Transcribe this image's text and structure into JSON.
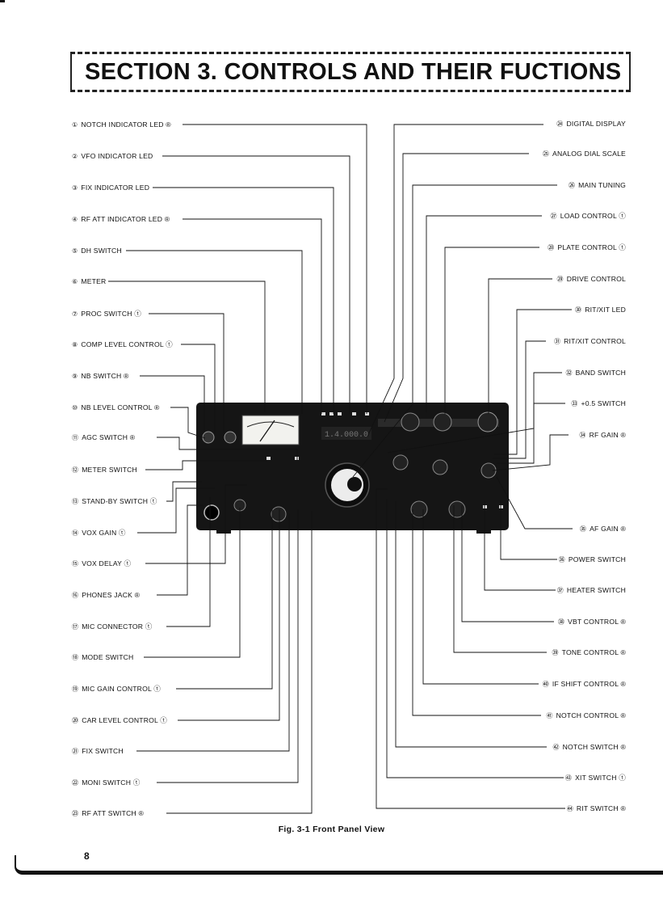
{
  "header": {
    "title": "SECTION 3.  CONTROLS AND THEIR FUCTIONS"
  },
  "left_labels": [
    {
      "num": "①",
      "text": "NOTCH INDICATOR LED ®"
    },
    {
      "num": "②",
      "text": "VFO INDICATOR LED"
    },
    {
      "num": "③",
      "text": "FIX INDICATOR LED"
    },
    {
      "num": "④",
      "text": "RF ATT INDICATOR LED ®"
    },
    {
      "num": "⑤",
      "text": "DH SWITCH"
    },
    {
      "num": "⑥",
      "text": "METER"
    },
    {
      "num": "⑦",
      "text": "PROC SWITCH ⓣ"
    },
    {
      "num": "⑧",
      "text": "COMP LEVEL CONTROL ⓣ"
    },
    {
      "num": "⑨",
      "text": "NB SWITCH ®"
    },
    {
      "num": "⑩",
      "text": "NB LEVEL CONTROL ®"
    },
    {
      "num": "⑪",
      "text": "AGC SWITCH ®"
    },
    {
      "num": "⑫",
      "text": "METER SWITCH"
    },
    {
      "num": "⑬",
      "text": "STAND-BY SWITCH ⓣ"
    },
    {
      "num": "⑭",
      "text": "VOX GAIN ⓣ"
    },
    {
      "num": "⑮",
      "text": "VOX DELAY ⓣ"
    },
    {
      "num": "⑯",
      "text": "PHONES JACK ®"
    },
    {
      "num": "⑰",
      "text": "MIC CONNECTOR ⓣ"
    },
    {
      "num": "⑱",
      "text": "MODE SWITCH"
    },
    {
      "num": "⑲",
      "text": "MIC GAIN CONTROL ⓣ"
    },
    {
      "num": "⑳",
      "text": "CAR LEVEL CONTROL ⓣ"
    },
    {
      "num": "㉑",
      "text": "FIX SWITCH"
    },
    {
      "num": "㉒",
      "text": "MONI SWITCH ⓣ"
    },
    {
      "num": "㉓",
      "text": "RF ATT SWITCH ®"
    }
  ],
  "right_labels": [
    {
      "num": "㉔",
      "text": "DIGITAL DISPLAY"
    },
    {
      "num": "㉕",
      "text": "ANALOG DIAL SCALE"
    },
    {
      "num": "㉖",
      "text": "MAIN TUNING"
    },
    {
      "num": "㉗",
      "text": "LOAD CONTROL ⓣ"
    },
    {
      "num": "㉘",
      "text": "PLATE CONTROL ⓣ"
    },
    {
      "num": "㉙",
      "text": "DRIVE CONTROL"
    },
    {
      "num": "㉚",
      "text": "RIT/XIT LED"
    },
    {
      "num": "㉛",
      "text": "RIT/XIT CONTROL"
    },
    {
      "num": "㉜",
      "text": "BAND SWITCH"
    },
    {
      "num": "㉝",
      "text": "+0.5 SWITCH"
    },
    {
      "num": "㉞",
      "text": "RF GAIN ®"
    },
    {
      "num": "㉟",
      "text": "AF GAIN ®"
    },
    {
      "num": "㊱",
      "text": "POWER SWITCH"
    },
    {
      "num": "㊲",
      "text": "HEATER SWITCH"
    },
    {
      "num": "㊳",
      "text": "VBT CONTROL ®"
    },
    {
      "num": "㊴",
      "text": "TONE CONTROL ®"
    },
    {
      "num": "㊵",
      "text": "IF SHIFT CONTROL ®"
    },
    {
      "num": "㊶",
      "text": "NOTCH CONTROL ®"
    },
    {
      "num": "㊷",
      "text": "NOTCH SWITCH ®"
    },
    {
      "num": "㊸",
      "text": "XIT SWITCH ⓣ"
    },
    {
      "num": "㊹",
      "text": "RIT SWITCH ®"
    }
  ],
  "panel": {
    "display_digits": "1.4.000.0"
  },
  "figure": {
    "caption": "Fig. 3-1  Front Panel View"
  },
  "page": {
    "number": "8"
  }
}
